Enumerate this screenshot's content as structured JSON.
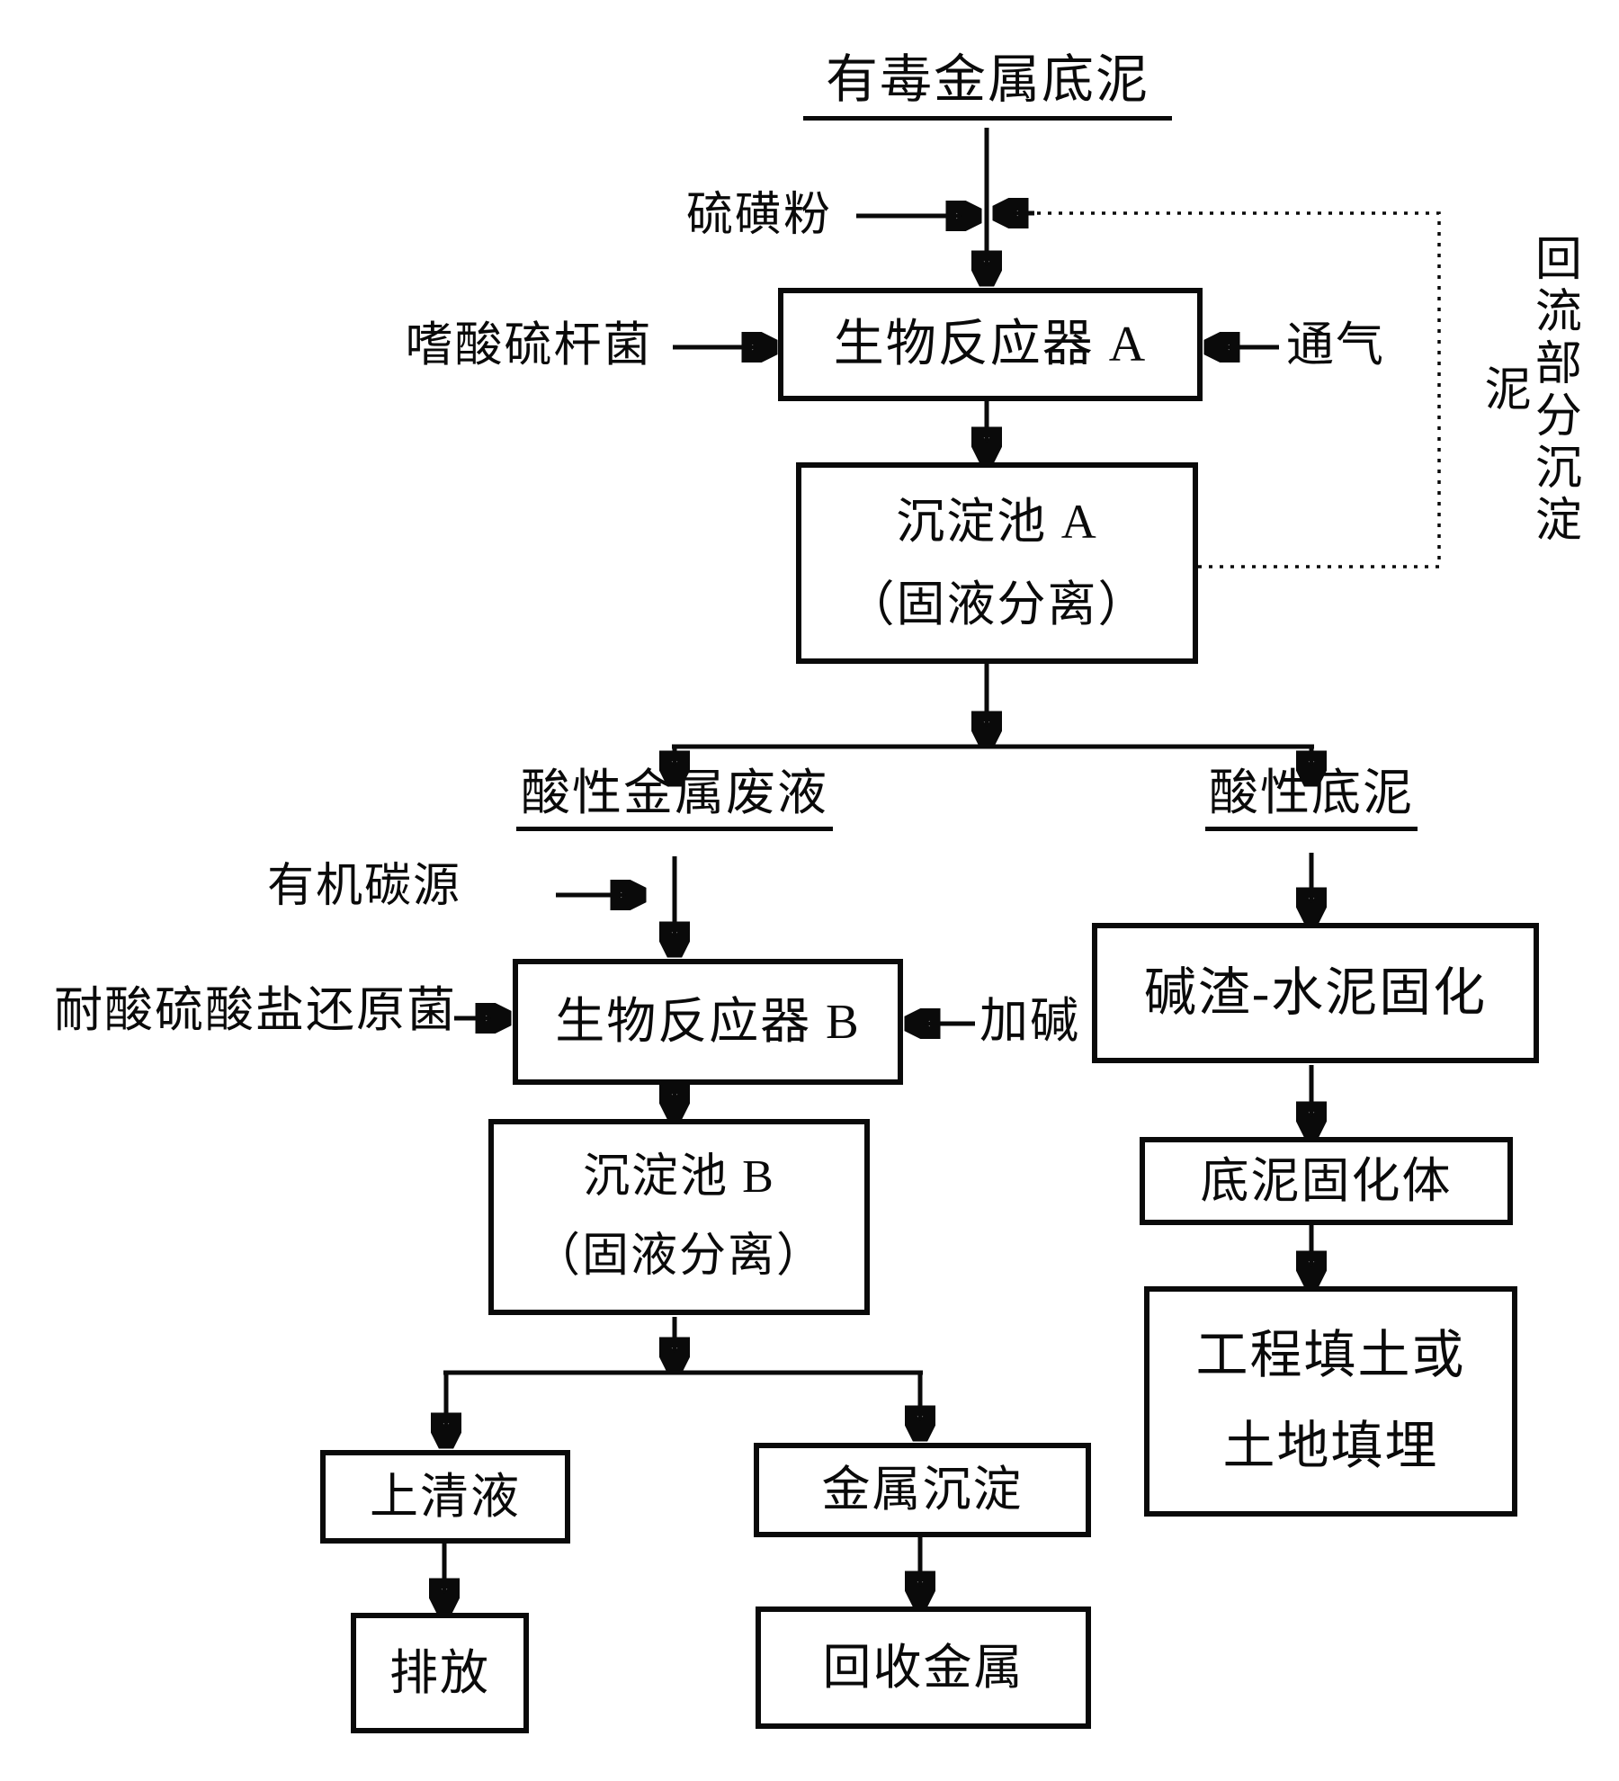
{
  "diagram": {
    "title": "有毒金属底泥",
    "inputs": {
      "sulfur_powder": "硫磺粉",
      "acidophilic_thiobacillus": "嗜酸硫杆菌",
      "aeration": "通气",
      "organic_carbon_source": "有机碳源",
      "acid_tolerant_srb": "耐酸硫酸盐还原菌",
      "add_alkali": "加碱"
    },
    "recycle_note": "回流部分沉淀泥",
    "stream_labels": {
      "acidic_metal_waste": "酸性金属废液",
      "acidic_sediment": "酸性底泥"
    },
    "boxes": {
      "bioreactor_a": "生物反应器 A",
      "settling_a_line1": "沉淀池 A",
      "settling_a_line2": "（固液分离）",
      "bioreactor_b": "生物反应器 B",
      "settling_b_line1": "沉淀池 B",
      "settling_b_line2": "（固液分离）",
      "supernatant": "上清液",
      "metal_precipitate": "金属沉淀",
      "discharge": "排放",
      "recover_metal": "回收金属",
      "solidification": "碱渣-水泥固化",
      "solidified_body": "底泥固化体",
      "landfill_line1": "工程填土或",
      "landfill_line2": "土地填埋"
    },
    "colors": {
      "ink": "#0a0a0a",
      "background": "#ffffff"
    }
  }
}
